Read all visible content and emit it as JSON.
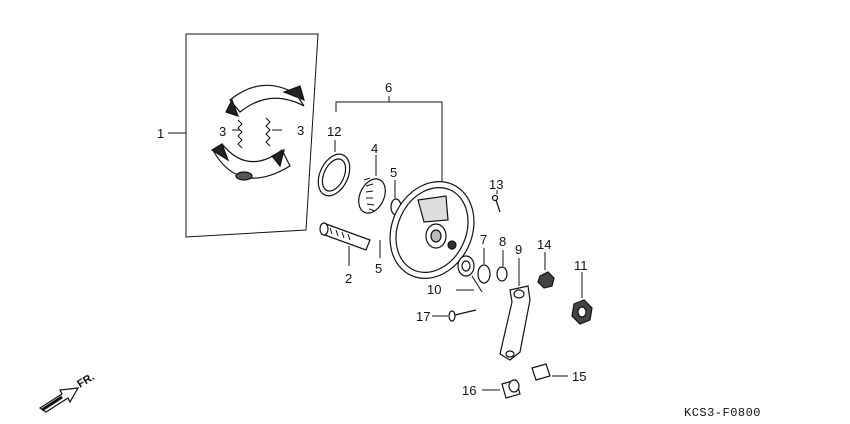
{
  "diagram": {
    "callouts": {
      "c1": "1",
      "c2": "2",
      "c3a": "3",
      "c3b": "3",
      "c4": "4",
      "c5a": "5",
      "c5b": "5",
      "c6": "6",
      "c7": "7",
      "c8": "8",
      "c9": "9",
      "c10": "10",
      "c11": "11",
      "c12": "12",
      "c13": "13",
      "c14": "14",
      "c15": "15",
      "c16": "16",
      "c17": "17"
    },
    "drawing_code": "KCS3-F0800",
    "direction_label": "FR."
  }
}
